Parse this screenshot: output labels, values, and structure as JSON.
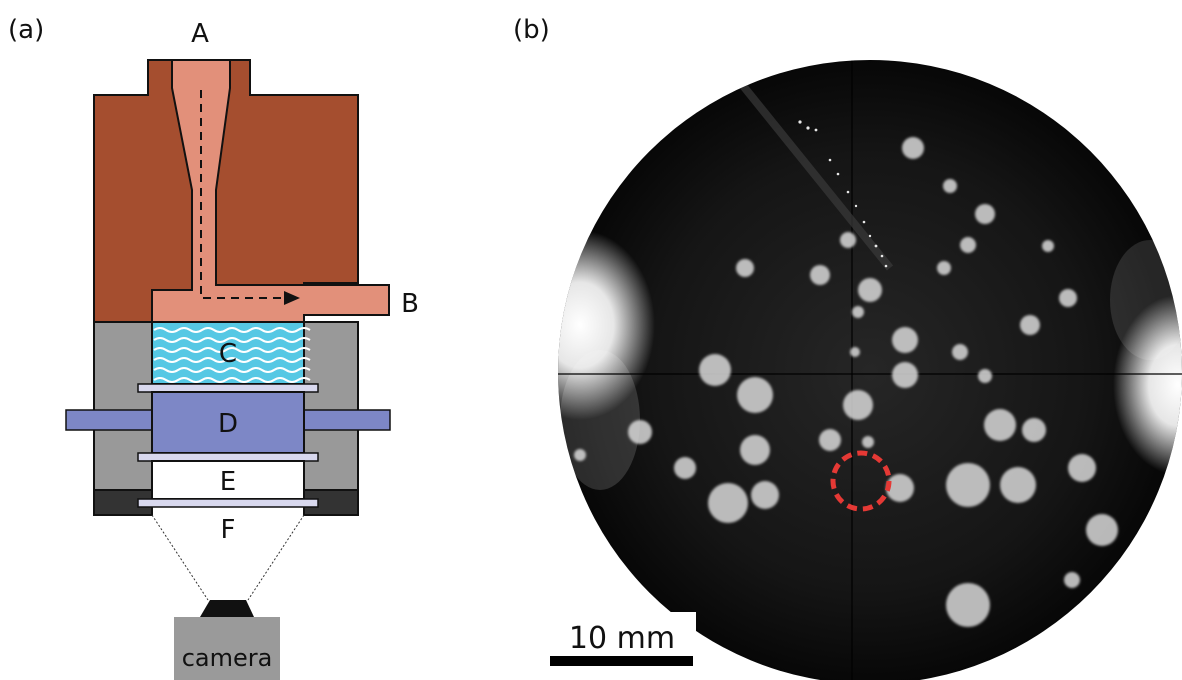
{
  "panels": {
    "a": {
      "label": "(a)",
      "parts": {
        "A": "A",
        "B": "B",
        "C": "C",
        "D": "D",
        "E": "E",
        "F": "F"
      },
      "camera": "camera",
      "colors": {
        "housing": "#a54e2f",
        "channel": "#e2907a",
        "body": "#999999",
        "water": "#56c8e4",
        "lens": "#7d87c6",
        "window": "#d8d8ee",
        "base": "#333333",
        "camera": "#9a9a9a"
      }
    },
    "b": {
      "label": "(b)",
      "scale_bar": "10 mm",
      "colors": {
        "background": "#111111",
        "highlight_circle": "#e53935"
      }
    }
  }
}
